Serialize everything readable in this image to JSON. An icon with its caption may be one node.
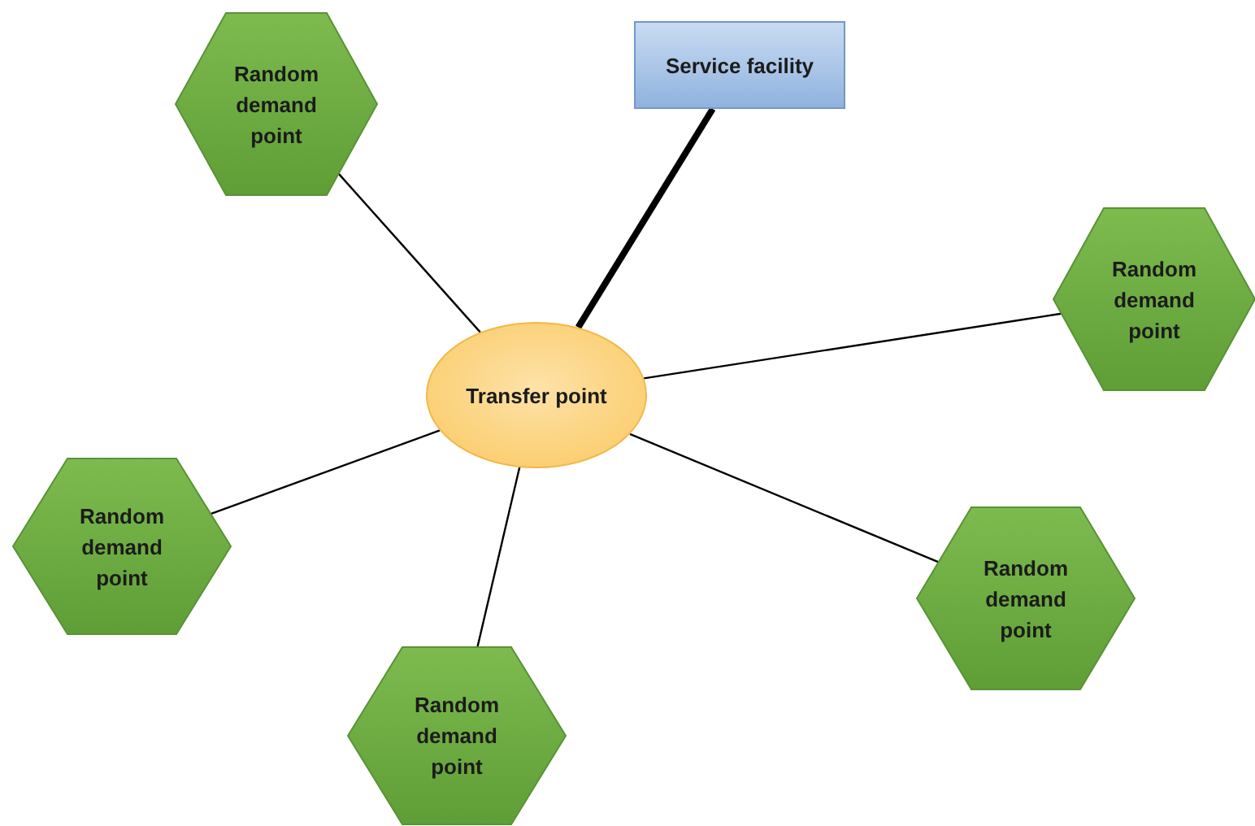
{
  "diagram": {
    "nodes": [
      {
        "text": [
          "Random demand point"
        ]
      },
      {
        "text": [
          "Service facility"
        ]
      },
      {
        "text": [
          "Random demand point"
        ]
      },
      {
        "text": [
          "Transfer point"
        ]
      },
      {
        "text": [
          "Random demand point"
        ]
      },
      {
        "text": [
          "Random demand point"
        ]
      },
      {
        "text": [
          "Random demand point"
        ]
      }
    ],
    "edges": [
      {
        "from": 1,
        "to": 3,
        "arrow": "none",
        "style": "thick"
      },
      {
        "from": 3,
        "to": 0,
        "arrow": "none"
      },
      {
        "from": 3,
        "to": 2,
        "arrow": "none"
      },
      {
        "from": 3,
        "to": 4,
        "arrow": "none"
      },
      {
        "from": 3,
        "to": 5,
        "arrow": "none"
      },
      {
        "from": 3,
        "to": 6,
        "arrow": "none"
      }
    ]
  }
}
